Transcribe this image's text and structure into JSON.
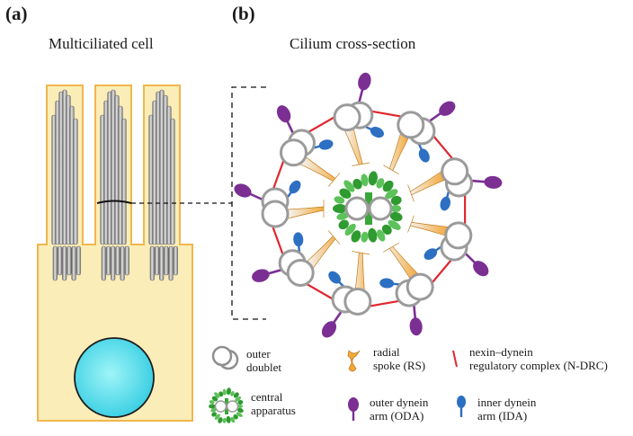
{
  "panel_a": {
    "label": "(a)",
    "title": "Multiciliated cell"
  },
  "panel_b": {
    "label": "(b)",
    "title": "Cilium cross-section"
  },
  "legend": {
    "outer_doublet": [
      "outer",
      "doublet"
    ],
    "radial_spoke": [
      "radial",
      "spoke (RS)"
    ],
    "ndrc": [
      "nexin–dynein",
      "regulatory complex (N-DRC)"
    ],
    "central_apparatus": [
      "central",
      "apparatus"
    ],
    "oda": [
      "outer dynein",
      "arm (ODA)"
    ],
    "ida": [
      "inner dynein",
      "arm (IDA)"
    ]
  },
  "colors": {
    "cell_fill": "#fbedb8",
    "cell_stroke": "#f0b64e",
    "nucleus": "#4fe3ef",
    "microtubule": "#9b9b9b",
    "radial_spoke": "#f2a93b",
    "nexin_link": "#e0262e",
    "outer_dynein_arm": "#7b2f93",
    "inner_dynein_arm": "#2d6fc2",
    "central_apparatus": "#3aa63a"
  }
}
